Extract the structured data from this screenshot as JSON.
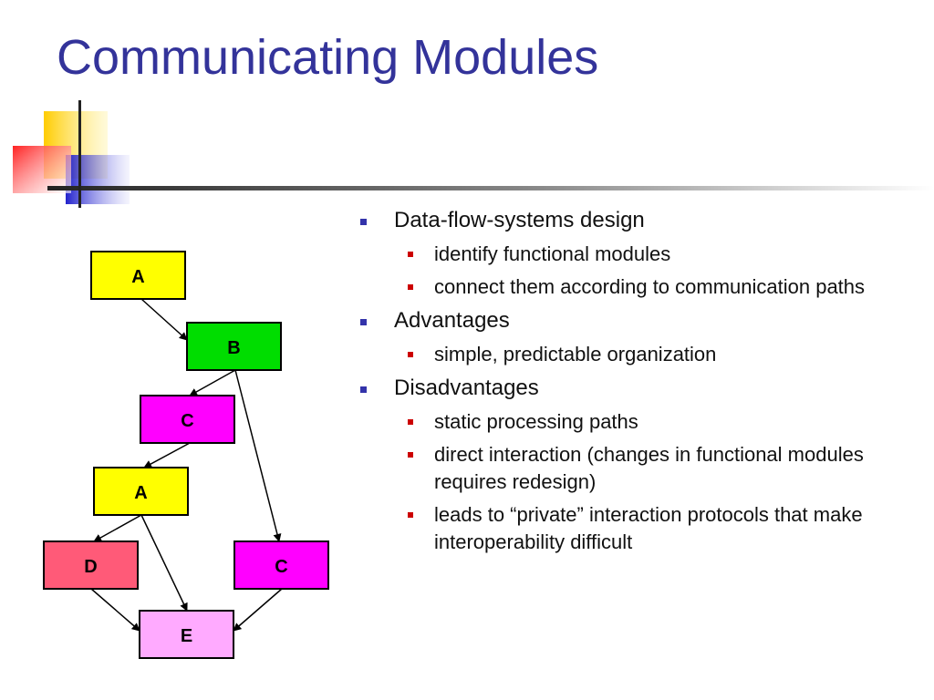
{
  "slide": {
    "title": "Communicating Modules",
    "colors": {
      "title": "#33339a",
      "bullet_l1": "#3333aa",
      "bullet_l2": "#cc0000"
    }
  },
  "diagram": {
    "nodes": [
      {
        "id": "n1",
        "label": "A",
        "color": "#ffff00"
      },
      {
        "id": "n2",
        "label": "B",
        "color": "#00dd00"
      },
      {
        "id": "n3",
        "label": "C",
        "color": "#ff00ff"
      },
      {
        "id": "n4",
        "label": "A",
        "color": "#ffff00"
      },
      {
        "id": "n5",
        "label": "D",
        "color": "#ff5a78"
      },
      {
        "id": "n6",
        "label": "C",
        "color": "#ff00ff"
      },
      {
        "id": "n7",
        "label": "E",
        "color": "#ffaaff"
      }
    ],
    "edges": [
      {
        "from": "n1",
        "to": "n2"
      },
      {
        "from": "n2",
        "to": "n3"
      },
      {
        "from": "n2",
        "to": "n6"
      },
      {
        "from": "n3",
        "to": "n4"
      },
      {
        "from": "n4",
        "to": "n5"
      },
      {
        "from": "n4",
        "to": "n7"
      },
      {
        "from": "n5",
        "to": "n7"
      },
      {
        "from": "n6",
        "to": "n7"
      }
    ]
  },
  "bullets": [
    {
      "text": "Data-flow-systems design",
      "sub": [
        "identify functional modules",
        "connect them according to communication paths"
      ]
    },
    {
      "text": "Advantages",
      "sub": [
        "simple, predictable organization"
      ]
    },
    {
      "text": "Disadvantages",
      "sub": [
        "static processing paths",
        "direct interaction (changes in functional modules requires redesign)",
        "leads to “private” interaction protocols that make interoperability difficult"
      ]
    }
  ]
}
